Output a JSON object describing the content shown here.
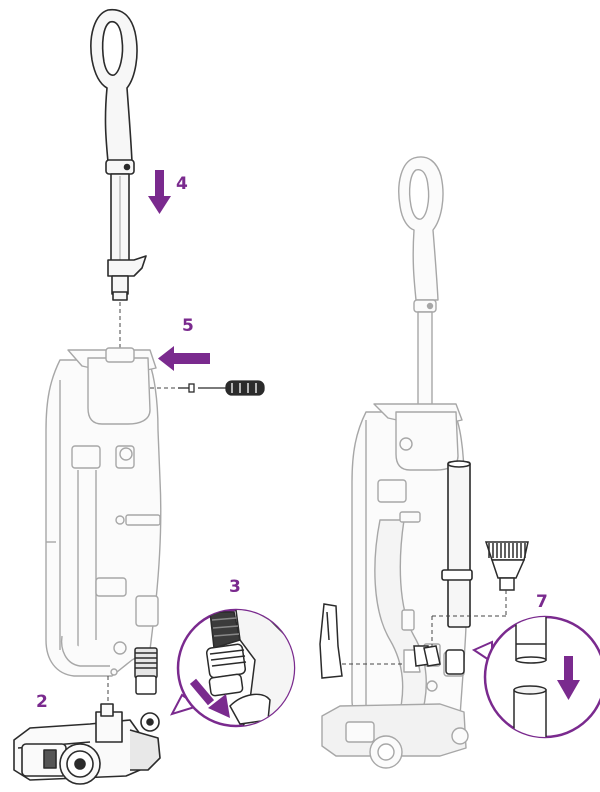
{
  "colors": {
    "accent": "#7a2a8e",
    "line_light": "#9a9a9a",
    "line_dark": "#2b2b2b",
    "fill_light": "#fafafa",
    "fill_dark": "#cfcfcf"
  },
  "steps": [
    {
      "id": "step-2",
      "label": "2"
    },
    {
      "id": "step-3",
      "label": "3"
    },
    {
      "id": "step-4",
      "label": "4"
    },
    {
      "id": "step-5",
      "label": "5"
    },
    {
      "id": "step-7",
      "label": "7"
    }
  ],
  "icons": {
    "arrow_down": "arrow-down-icon",
    "arrow_left": "arrow-left-icon",
    "screwdriver": "screwdriver-icon",
    "screw": "screw-icon"
  }
}
